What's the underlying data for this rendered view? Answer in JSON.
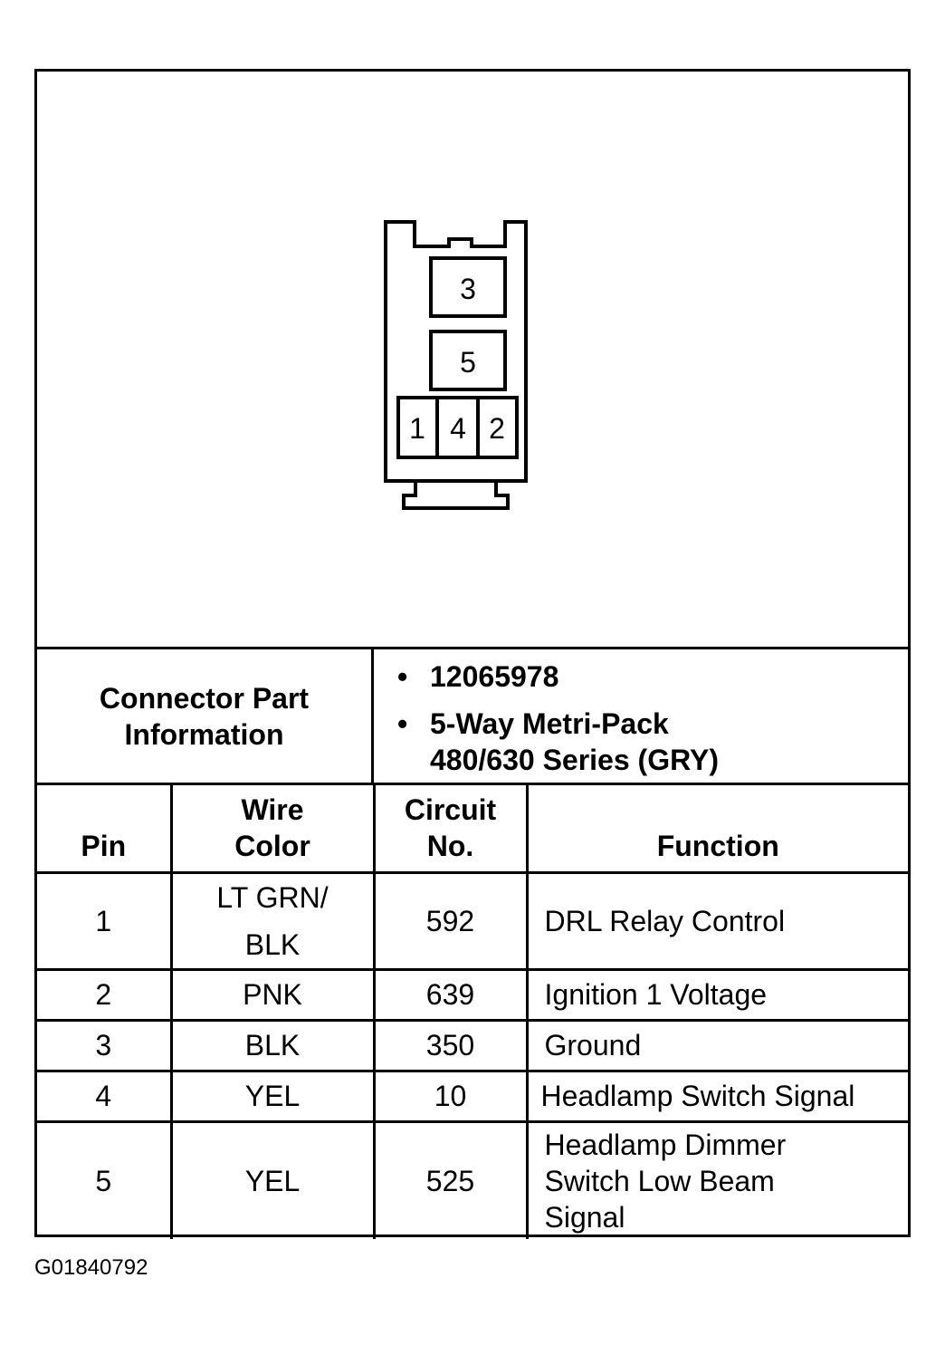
{
  "connector": {
    "cavities": [
      "3",
      "5",
      "1",
      "4",
      "2"
    ]
  },
  "part_info": {
    "label_line1": "Connector Part",
    "label_line2": "Information",
    "bullet_symbol": "•",
    "part_number": "12065978",
    "description_line1": "5-Way Metri-Pack",
    "description_line2": "480/630 Series (GRY)"
  },
  "table": {
    "headers": {
      "pin": "Pin",
      "wire_color_line1": "Wire",
      "wire_color_line2": "Color",
      "circuit_line1": "Circuit",
      "circuit_line2": "No.",
      "function": "Function"
    },
    "rows": [
      {
        "pin": "1",
        "wire_line1": "LT GRN/",
        "wire_line2": "BLK",
        "circuit": "592",
        "function_line1": "DRL Relay Control",
        "function_line2": "",
        "function_line3": ""
      },
      {
        "pin": "2",
        "wire_line1": "PNK",
        "wire_line2": "",
        "circuit": "639",
        "function_line1": "Ignition 1 Voltage",
        "function_line2": "",
        "function_line3": ""
      },
      {
        "pin": "3",
        "wire_line1": "BLK",
        "wire_line2": "",
        "circuit": "350",
        "function_line1": "Ground",
        "function_line2": "",
        "function_line3": ""
      },
      {
        "pin": "4",
        "wire_line1": "YEL",
        "wire_line2": "",
        "circuit": "10",
        "function_line1": "Headlamp Switch Signal",
        "function_line2": "",
        "function_line3": ""
      },
      {
        "pin": "5",
        "wire_line1": "YEL",
        "wire_line2": "",
        "circuit": "525",
        "function_line1": "Headlamp Dimmer",
        "function_line2": "Switch Low Beam",
        "function_line3": "Signal"
      }
    ]
  },
  "figure_id": "G01840792"
}
